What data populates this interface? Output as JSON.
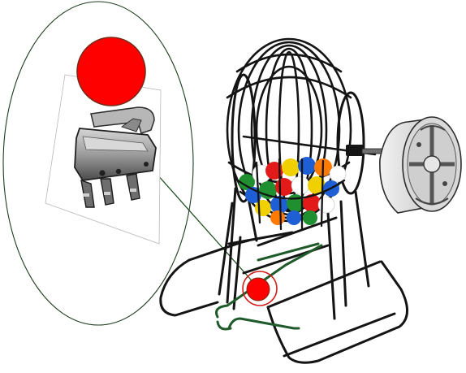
{
  "figure": {
    "parts": {
      "callout_circle": "magnified-callout",
      "switch": "micro-switch",
      "ball": "red-ball",
      "cage": "bingo-cage",
      "motor": "drive-motor",
      "stand": "wire-stand"
    }
  },
  "colors": {
    "ball_red": "#ff0000",
    "ball_outline": "#7a2a18",
    "callout_outline": "#1f3d1f",
    "connector_line": "#1f4f1f",
    "highlight_ring": "#d11a1a",
    "wire_dark": "#141414",
    "switch_gray": "#9c9c9c",
    "switch_dark": "#3b3b3b",
    "motor_gray": "#d6d6d6",
    "motor_dark": "#444444",
    "ball_colors": [
      "#1f8f2f",
      "#e21a1a",
      "#1f5fd6",
      "#f0d000",
      "#ffffff",
      "#ff7a00"
    ]
  }
}
